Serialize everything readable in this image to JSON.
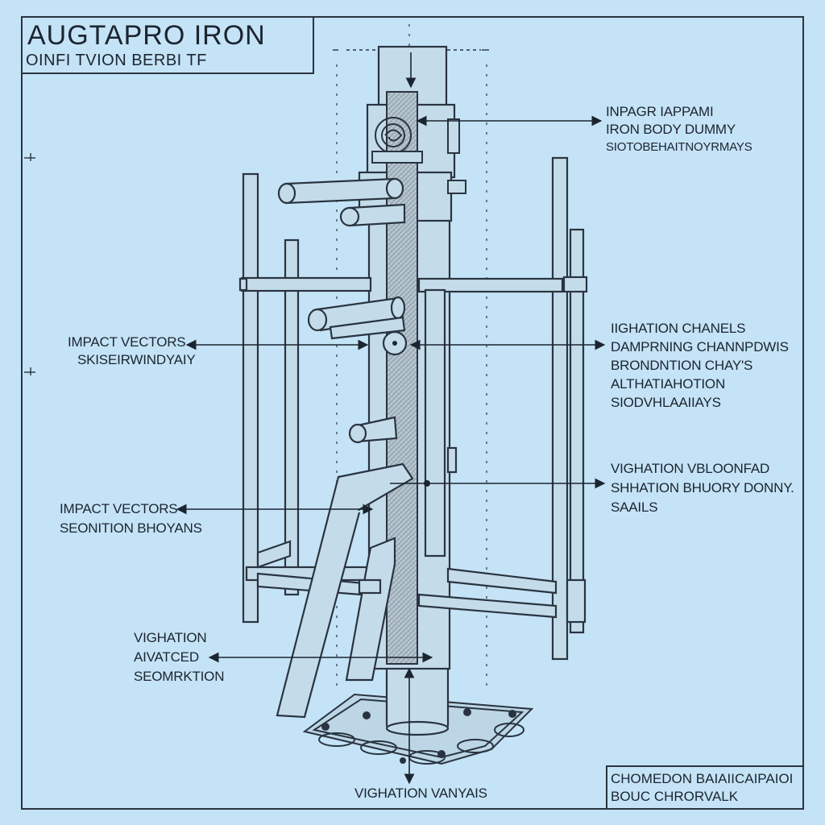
{
  "title": {
    "main": "AUGTAPRO IRON",
    "sub": "OINFI TVION BERBI TF"
  },
  "callouts": {
    "top_right": [
      "INPAGR IAPPAMI",
      "IRON BODY DUMMY",
      "SIOTOBEHAITNOYRMAYS"
    ],
    "left_upper": [
      "IMPACT VECTORS",
      "SKISEIRWINDYAIY"
    ],
    "right_mid": [
      "IIGHATION CHANELS",
      "DAMPRNING CHANNPDWIS",
      "BRONDNTION CHAY'S",
      "ALTHATIAHOTION",
      "SIODVHLAAIIAYS"
    ],
    "right_lower": [
      "VIGHATION VBLOONFAD",
      "SHHATION BHUORY DONNY.",
      "SAAILS"
    ],
    "left_lower": [
      "IMPACT VECTORS",
      "SEONITION BHOYANS"
    ],
    "left_bottom": [
      "VIGHATION",
      "AIVATCED",
      "SEOMRKTION"
    ],
    "bottom_center": "VIGHATION VANYAIS",
    "bottom_box": [
      "CHOMEDON BAIAIICAIPAIOI",
      "BOUC CHRORVALK"
    ]
  },
  "colors": {
    "background": "#c5e3f6",
    "line": "#2a3440",
    "pole_fill": "#c2d6e2",
    "hatch": "#8a98a2"
  }
}
